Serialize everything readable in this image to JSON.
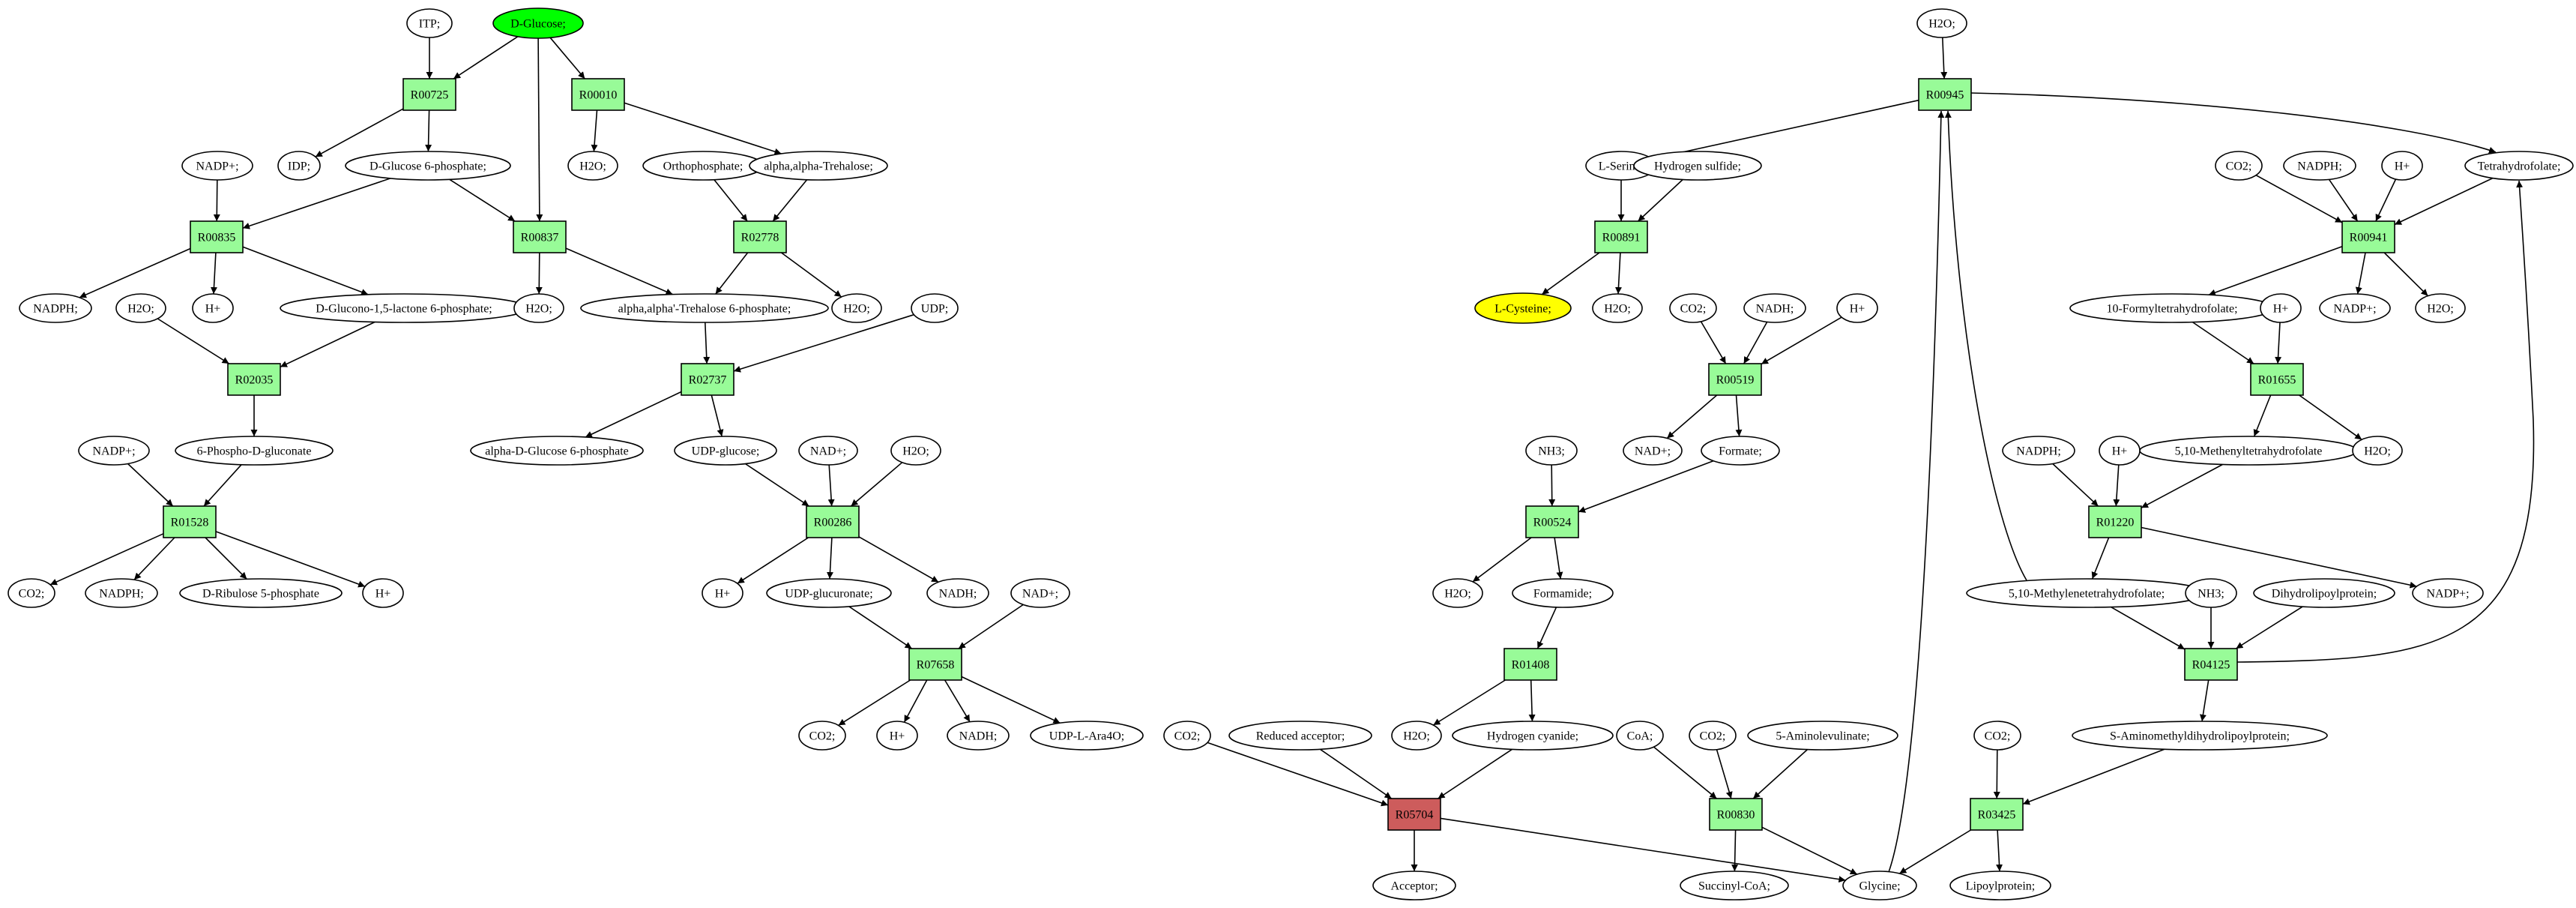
{
  "colors": {
    "reaction": "#98fb98",
    "reaction_highlight": "#cd5c5c",
    "source_node": "#00ff00",
    "target_node": "#ffff00",
    "compound": "#ffffff",
    "stroke": "#000000"
  },
  "nodes": [
    {
      "id": "itp",
      "label": "ITP;",
      "kind": "compound"
    },
    {
      "id": "dglc",
      "label": "D-Glucose;",
      "kind": "source"
    },
    {
      "id": "r725",
      "label": "R00725",
      "kind": "reaction"
    },
    {
      "id": "r10",
      "label": "R00010",
      "kind": "reaction"
    },
    {
      "id": "idp",
      "label": "IDP;",
      "kind": "compound"
    },
    {
      "id": "g6p",
      "label": "D-Glucose 6-phosphate;",
      "kind": "compound"
    },
    {
      "id": "h2o_a",
      "label": "H2O;",
      "kind": "compound"
    },
    {
      "id": "orthop",
      "label": "Orthophosphate;",
      "kind": "compound"
    },
    {
      "id": "trehal",
      "label": "alpha,alpha-Trehalose;",
      "kind": "compound"
    },
    {
      "id": "nadp_a",
      "label": "NADP+;",
      "kind": "compound"
    },
    {
      "id": "r835",
      "label": "R00835",
      "kind": "reaction"
    },
    {
      "id": "r837",
      "label": "R00837",
      "kind": "reaction"
    },
    {
      "id": "r2778",
      "label": "R02778",
      "kind": "reaction"
    },
    {
      "id": "nadph_a",
      "label": "NADPH;",
      "kind": "compound"
    },
    {
      "id": "h2o_b",
      "label": "H2O;",
      "kind": "compound"
    },
    {
      "id": "hplus_a",
      "label": "H+",
      "kind": "compound"
    },
    {
      "id": "gluconolac",
      "label": "D-Glucono-1,5-lactone 6-phosphate;",
      "kind": "compound"
    },
    {
      "id": "h2o_c",
      "label": "H2O;",
      "kind": "compound"
    },
    {
      "id": "t6p",
      "label": "alpha,alpha'-Trehalose 6-phosphate;",
      "kind": "compound"
    },
    {
      "id": "h2o_d",
      "label": "H2O;",
      "kind": "compound"
    },
    {
      "id": "udp",
      "label": "UDP;",
      "kind": "compound"
    },
    {
      "id": "r2035",
      "label": "R02035",
      "kind": "reaction"
    },
    {
      "id": "r2737",
      "label": "R02737",
      "kind": "reaction"
    },
    {
      "id": "nadp_b",
      "label": "NADP+;",
      "kind": "compound"
    },
    {
      "id": "phosphogluc",
      "label": "6-Phospho-D-gluconate",
      "kind": "compound"
    },
    {
      "id": "adg6p",
      "label": "alpha-D-Glucose 6-phosphate",
      "kind": "compound"
    },
    {
      "id": "udpglc",
      "label": "UDP-glucose;",
      "kind": "compound"
    },
    {
      "id": "nad_a",
      "label": "NAD+;",
      "kind": "compound"
    },
    {
      "id": "h2o_e",
      "label": "H2O;",
      "kind": "compound"
    },
    {
      "id": "r1528",
      "label": "R01528",
      "kind": "reaction"
    },
    {
      "id": "r286",
      "label": "R00286",
      "kind": "reaction"
    },
    {
      "id": "co2_a",
      "label": "CO2;",
      "kind": "compound"
    },
    {
      "id": "nadph_b",
      "label": "NADPH;",
      "kind": "compound"
    },
    {
      "id": "ribulose",
      "label": "D-Ribulose 5-phosphate",
      "kind": "compound"
    },
    {
      "id": "hplus_b",
      "label": "H+",
      "kind": "compound"
    },
    {
      "id": "hplus_c",
      "label": "H+",
      "kind": "compound"
    },
    {
      "id": "udpglcur",
      "label": "UDP-glucuronate;",
      "kind": "compound"
    },
    {
      "id": "nadh_a",
      "label": "NADH;",
      "kind": "compound"
    },
    {
      "id": "nad_b",
      "label": "NAD+;",
      "kind": "compound"
    },
    {
      "id": "r7658",
      "label": "R07658",
      "kind": "reaction"
    },
    {
      "id": "co2_b",
      "label": "CO2;",
      "kind": "compound"
    },
    {
      "id": "hplus_d",
      "label": "H+",
      "kind": "compound"
    },
    {
      "id": "nadh_b",
      "label": "NADH;",
      "kind": "compound"
    },
    {
      "id": "udpara",
      "label": "UDP-L-Ara4O;",
      "kind": "compound"
    },
    {
      "id": "h2o_top",
      "label": "H2O;",
      "kind": "compound"
    },
    {
      "id": "r945",
      "label": "R00945",
      "kind": "reaction"
    },
    {
      "id": "serine",
      "label": "L-Serine;",
      "kind": "compound"
    },
    {
      "id": "hsulf",
      "label": "Hydrogen sulfide;",
      "kind": "compound"
    },
    {
      "id": "r891",
      "label": "R00891",
      "kind": "reaction"
    },
    {
      "id": "cysteine",
      "label": "L-Cysteine;",
      "kind": "target"
    },
    {
      "id": "h2o_f",
      "label": "H2O;",
      "kind": "compound"
    },
    {
      "id": "co2_c",
      "label": "CO2;",
      "kind": "compound"
    },
    {
      "id": "nadh_c",
      "label": "NADH;",
      "kind": "compound"
    },
    {
      "id": "hplus_e",
      "label": "H+",
      "kind": "compound"
    },
    {
      "id": "r519",
      "label": "R00519",
      "kind": "reaction"
    },
    {
      "id": "nad_c",
      "label": "NAD+;",
      "kind": "compound"
    },
    {
      "id": "formate",
      "label": "Formate;",
      "kind": "compound"
    },
    {
      "id": "nh3_a",
      "label": "NH3;",
      "kind": "compound"
    },
    {
      "id": "r524",
      "label": "R00524",
      "kind": "reaction"
    },
    {
      "id": "h2o_g",
      "label": "H2O;",
      "kind": "compound"
    },
    {
      "id": "formamide",
      "label": "Formamide;",
      "kind": "compound"
    },
    {
      "id": "r1408",
      "label": "R01408",
      "kind": "reaction"
    },
    {
      "id": "h2o_h",
      "label": "H2O;",
      "kind": "compound"
    },
    {
      "id": "hcn",
      "label": "Hydrogen cyanide;",
      "kind": "compound"
    },
    {
      "id": "co2_d",
      "label": "CO2;",
      "kind": "compound"
    },
    {
      "id": "redacc",
      "label": "Reduced acceptor;",
      "kind": "compound"
    },
    {
      "id": "r5704",
      "label": "R05704",
      "kind": "reaction_highlight"
    },
    {
      "id": "acceptor",
      "label": "Acceptor;",
      "kind": "compound"
    },
    {
      "id": "coa",
      "label": "CoA;",
      "kind": "compound"
    },
    {
      "id": "co2_e",
      "label": "CO2;",
      "kind": "compound"
    },
    {
      "id": "ala",
      "label": "5-Aminolevulinate;",
      "kind": "compound"
    },
    {
      "id": "r830",
      "label": "R00830",
      "kind": "reaction"
    },
    {
      "id": "succoa",
      "label": "Succinyl-CoA;",
      "kind": "compound"
    },
    {
      "id": "glycine",
      "label": "Glycine;",
      "kind": "compound"
    },
    {
      "id": "co2_f",
      "label": "CO2;",
      "kind": "compound"
    },
    {
      "id": "nadph_c",
      "label": "NADPH;",
      "kind": "compound"
    },
    {
      "id": "hplus_f",
      "label": "H+",
      "kind": "compound"
    },
    {
      "id": "thf",
      "label": "Tetrahydrofolate;",
      "kind": "compound"
    },
    {
      "id": "r941",
      "label": "R00941",
      "kind": "reaction"
    },
    {
      "id": "formylthf",
      "label": "10-Formyltetrahydrofolate;",
      "kind": "compound"
    },
    {
      "id": "nadp_c",
      "label": "NADP+;",
      "kind": "compound"
    },
    {
      "id": "h2o_i",
      "label": "H2O;",
      "kind": "compound"
    },
    {
      "id": "hplus_g",
      "label": "H+",
      "kind": "compound"
    },
    {
      "id": "r1655",
      "label": "R01655",
      "kind": "reaction"
    },
    {
      "id": "methenylthf",
      "label": "5,10-Methenyltetrahydrofolate",
      "kind": "compound"
    },
    {
      "id": "h2o_j",
      "label": "H2O;",
      "kind": "compound"
    },
    {
      "id": "nadph_d",
      "label": "NADPH;",
      "kind": "compound"
    },
    {
      "id": "hplus_h",
      "label": "H+",
      "kind": "compound"
    },
    {
      "id": "r1220",
      "label": "R01220",
      "kind": "reaction"
    },
    {
      "id": "methylenethf",
      "label": "5,10-Methylenetetrahydrofolate;",
      "kind": "compound"
    },
    {
      "id": "nh3_b",
      "label": "NH3;",
      "kind": "compound"
    },
    {
      "id": "dhlp",
      "label": "Dihydrolipoylprotein;",
      "kind": "compound"
    },
    {
      "id": "nadp_d",
      "label": "NADP+;",
      "kind": "compound"
    },
    {
      "id": "r4125",
      "label": "R04125",
      "kind": "reaction"
    },
    {
      "id": "samdlp",
      "label": "S-Aminomethyldihydrolipoylprotein;",
      "kind": "compound"
    },
    {
      "id": "co2_g",
      "label": "CO2;",
      "kind": "compound"
    },
    {
      "id": "r3425",
      "label": "R03425",
      "kind": "reaction"
    },
    {
      "id": "lipoyl",
      "label": "Lipoylprotein;",
      "kind": "compound"
    }
  ],
  "edges": [
    [
      "itp",
      "r725"
    ],
    [
      "dglc",
      "r725"
    ],
    [
      "dglc",
      "r10"
    ],
    [
      "dglc",
      "r837"
    ],
    [
      "r725",
      "idp"
    ],
    [
      "r725",
      "g6p"
    ],
    [
      "r10",
      "h2o_a"
    ],
    [
      "r10",
      "trehal"
    ],
    [
      "nadp_a",
      "r835"
    ],
    [
      "g6p",
      "r835"
    ],
    [
      "g6p",
      "r837"
    ],
    [
      "orthop",
      "r2778"
    ],
    [
      "trehal",
      "r2778"
    ],
    [
      "r835",
      "nadph_a"
    ],
    [
      "r835",
      "hplus_a"
    ],
    [
      "r835",
      "gluconolac"
    ],
    [
      "r837",
      "h2o_c"
    ],
    [
      "r837",
      "t6p"
    ],
    [
      "r2778",
      "t6p"
    ],
    [
      "r2778",
      "h2o_d"
    ],
    [
      "h2o_b",
      "r2035"
    ],
    [
      "gluconolac",
      "r2035"
    ],
    [
      "t6p",
      "r2737"
    ],
    [
      "udp",
      "r2737"
    ],
    [
      "r2035",
      "phosphogluc"
    ],
    [
      "r2737",
      "adg6p"
    ],
    [
      "r2737",
      "udpglc"
    ],
    [
      "nadp_b",
      "r1528"
    ],
    [
      "phosphogluc",
      "r1528"
    ],
    [
      "udpglc",
      "r286"
    ],
    [
      "nad_a",
      "r286"
    ],
    [
      "h2o_e",
      "r286"
    ],
    [
      "r1528",
      "co2_a"
    ],
    [
      "r1528",
      "nadph_b"
    ],
    [
      "r1528",
      "ribulose"
    ],
    [
      "r1528",
      "hplus_b"
    ],
    [
      "r286",
      "hplus_c"
    ],
    [
      "r286",
      "udpglcur"
    ],
    [
      "r286",
      "nadh_a"
    ],
    [
      "udpglcur",
      "r7658"
    ],
    [
      "nad_b",
      "r7658"
    ],
    [
      "r7658",
      "co2_b"
    ],
    [
      "r7658",
      "hplus_d"
    ],
    [
      "r7658",
      "nadh_b"
    ],
    [
      "r7658",
      "udpara"
    ],
    [
      "h2o_top",
      "r945"
    ],
    [
      "r945",
      "serine"
    ],
    [
      "r945",
      "thf"
    ],
    [
      "serine",
      "r891"
    ],
    [
      "hsulf",
      "r891"
    ],
    [
      "r891",
      "cysteine"
    ],
    [
      "r891",
      "h2o_f"
    ],
    [
      "co2_c",
      "r519"
    ],
    [
      "nadh_c",
      "r519"
    ],
    [
      "hplus_e",
      "r519"
    ],
    [
      "r519",
      "nad_c"
    ],
    [
      "r519",
      "formate"
    ],
    [
      "nh3_a",
      "r524"
    ],
    [
      "formate",
      "r524"
    ],
    [
      "r524",
      "h2o_g"
    ],
    [
      "r524",
      "formamide"
    ],
    [
      "formamide",
      "r1408"
    ],
    [
      "r1408",
      "h2o_h"
    ],
    [
      "r1408",
      "hcn"
    ],
    [
      "co2_d",
      "r5704"
    ],
    [
      "redacc",
      "r5704"
    ],
    [
      "hcn",
      "r5704"
    ],
    [
      "r5704",
      "acceptor"
    ],
    [
      "r5704",
      "glycine"
    ],
    [
      "coa",
      "r830"
    ],
    [
      "co2_e",
      "r830"
    ],
    [
      "ala",
      "r830"
    ],
    [
      "r830",
      "succoa"
    ],
    [
      "r830",
      "glycine"
    ],
    [
      "glycine",
      "r945"
    ],
    [
      "co2_f",
      "r941"
    ],
    [
      "nadph_c",
      "r941"
    ],
    [
      "hplus_f",
      "r941"
    ],
    [
      "thf",
      "r941"
    ],
    [
      "r941",
      "formylthf"
    ],
    [
      "r941",
      "nadp_c"
    ],
    [
      "r941",
      "h2o_i"
    ],
    [
      "formylthf",
      "r1655"
    ],
    [
      "hplus_g",
      "r1655"
    ],
    [
      "r1655",
      "methenylthf"
    ],
    [
      "r1655",
      "h2o_j"
    ],
    [
      "nadph_d",
      "r1220"
    ],
    [
      "hplus_h",
      "r1220"
    ],
    [
      "methenylthf",
      "r1220"
    ],
    [
      "r1220",
      "methylenethf"
    ],
    [
      "r1220",
      "nadp_d"
    ],
    [
      "methylenethf",
      "r945"
    ],
    [
      "methylenethf",
      "r4125"
    ],
    [
      "nh3_b",
      "r4125"
    ],
    [
      "dhlp",
      "r4125"
    ],
    [
      "r4125",
      "thf"
    ],
    [
      "r4125",
      "samdlp"
    ],
    [
      "samdlp",
      "r3425"
    ],
    [
      "co2_g",
      "r3425"
    ],
    [
      "r3425",
      "glycine"
    ],
    [
      "r3425",
      "lipoyl"
    ]
  ]
}
